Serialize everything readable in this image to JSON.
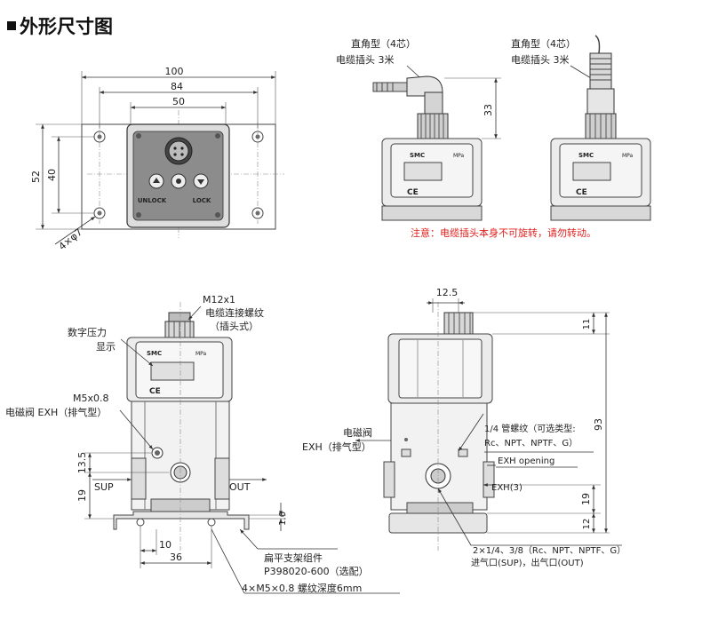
{
  "title": "外形尺寸图",
  "top_view": {
    "dim_100": "100",
    "dim_84": "84",
    "dim_50": "50",
    "dim_52": "52",
    "dim_40": "40",
    "dim_holes": "4×φ7",
    "btn_unlock": "UNLOCK",
    "btn_lock": "LOCK"
  },
  "cable_view_right_angle": {
    "label_line1": "直角型（4芯）",
    "label_line2": "电缆插头 3米",
    "dim_33": "33"
  },
  "cable_view_straight": {
    "label_line1": "直角型（4芯）",
    "label_line2": "电缆插头 3米"
  },
  "notice": "注意：电缆插头本身不可旋转，请勿转动。",
  "front_view": {
    "m12": "M12x1",
    "connector_line1": "电缆连接螺纹",
    "connector_line2": "（插头式）",
    "display_line1": "数字压力",
    "display_line2": "显示",
    "m5": "M5x0.8",
    "exh_valve": "电磁阀 EXH（排气型）",
    "dim_13_5": "13.5",
    "dim_19": "19",
    "sup": "SUP",
    "out": "OUT",
    "dim_1_6": "1.6",
    "dim_10": "10",
    "dim_36": "36",
    "bracket_line1": "扁平支架组件",
    "bracket_line2": "P398020-600（选配）",
    "screw": "4×M5×0.8 螺纹深度6mm",
    "panel_brand": "SMC",
    "panel_unit": "MPa"
  },
  "side_view": {
    "dim_12_5": "12.5",
    "dim_11": "11",
    "dim_93": "93",
    "dim_19": "19",
    "dim_12": "12",
    "exh_line1": "电磁阀",
    "exh_line2": "EXH（排气型）",
    "thread_line1": "1/4 管螺纹（可选类型:",
    "thread_line2": "Rc、NPT、NPTF、G）",
    "exh_opening": "EXH opening",
    "exh3": "EXH(3)",
    "port_line1": "2×1/4、3/8（Rc、NPT、NPTF、G）",
    "port_line2": "进气口(SUP)，出气口(OUT)"
  }
}
